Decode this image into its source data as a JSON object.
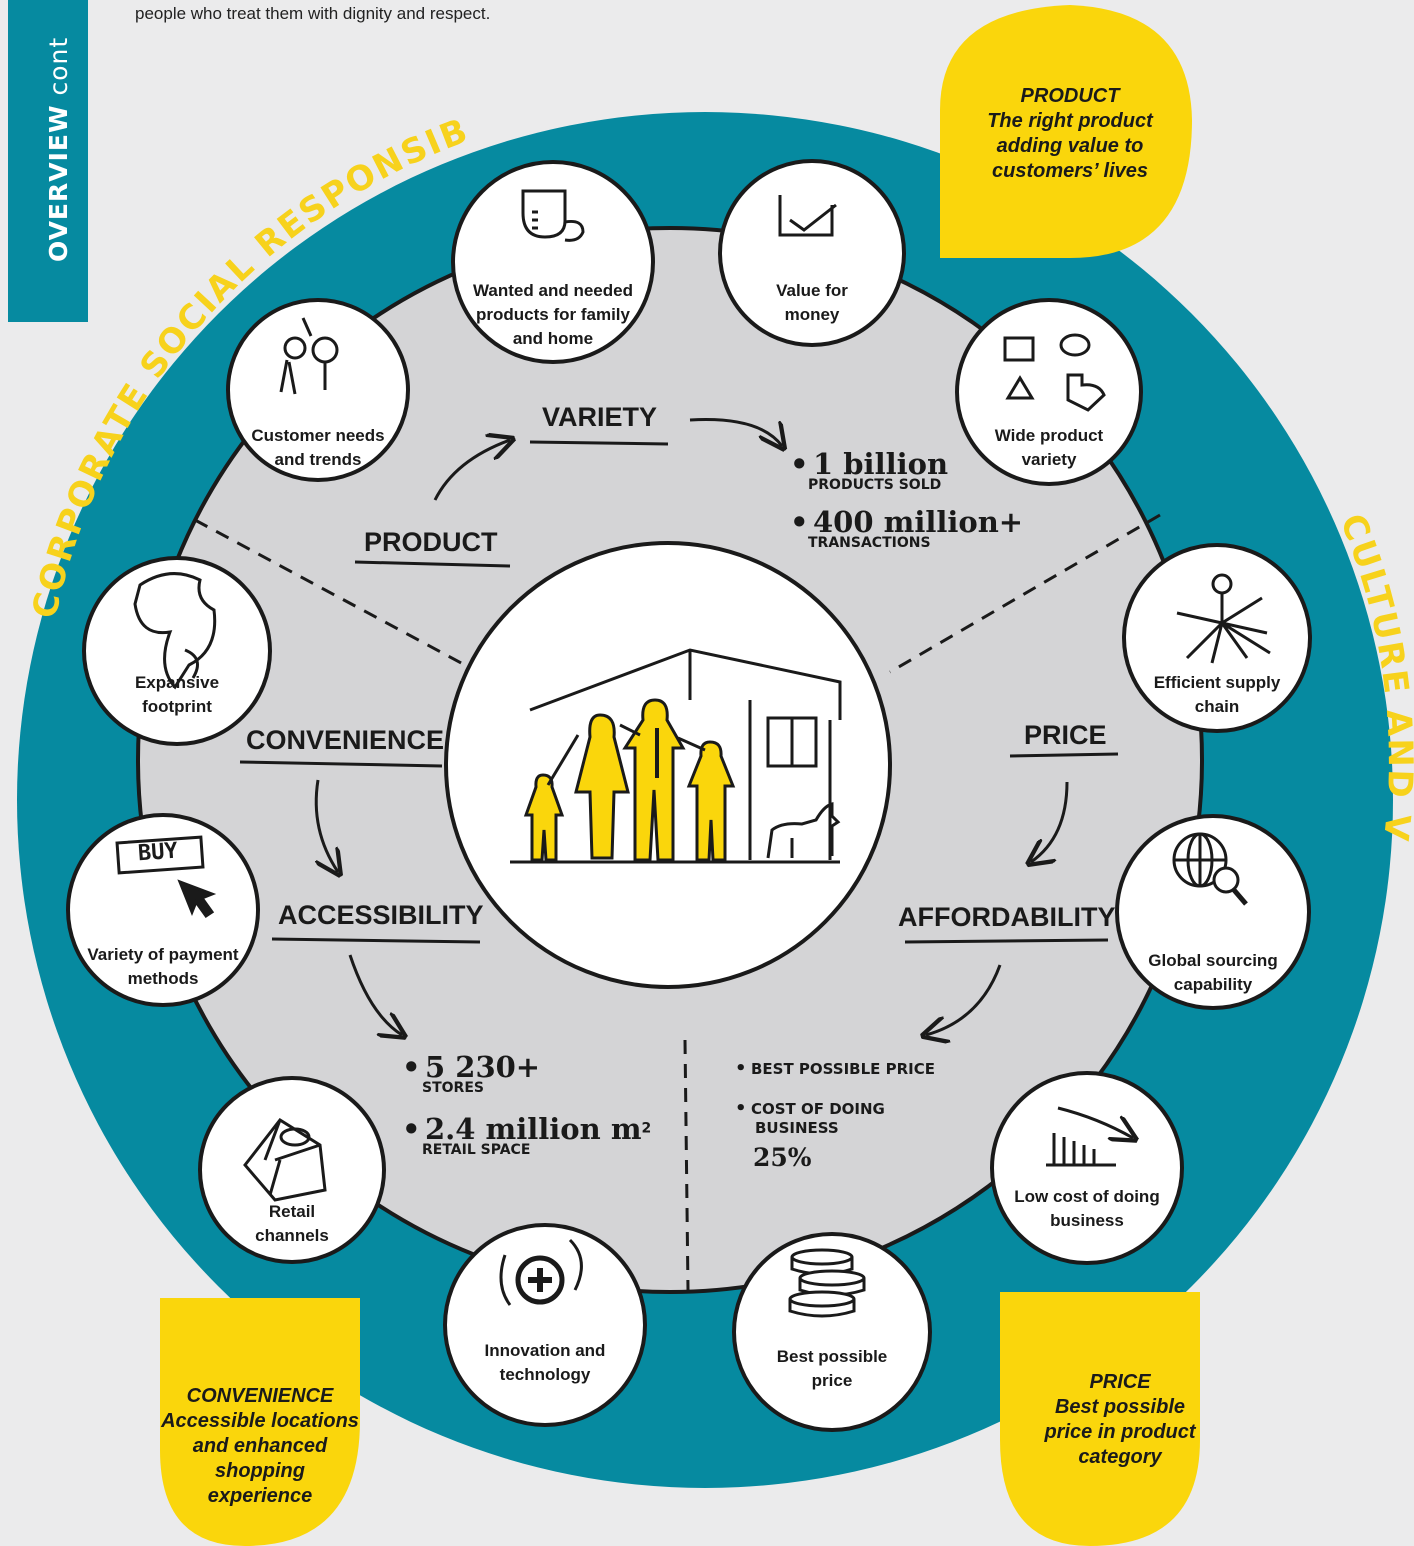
{
  "page": {
    "side_tab_bold": "OVERVIEW",
    "side_tab_light": "cont",
    "intro_text": "people who treat them with dignity and respect."
  },
  "ring": {
    "left_arc_label": "CORPORATE SOCIAL RESPONSIBILITY",
    "right_arc_label": "CULTURE AND VALUES"
  },
  "segments": {
    "variety": "VARIETY",
    "product": "PRODUCT",
    "convenience": "CONVENIENCE",
    "accessibility": "ACCESSIBILITY",
    "price": "PRICE",
    "affordability": "AFFORDABILITY"
  },
  "stats": {
    "products_sold_value": "1 billion",
    "products_sold_label": "PRODUCTS SOLD",
    "transactions_value": "400 million+",
    "transactions_label": "TRANSACTIONS",
    "stores_value": "5 230+",
    "stores_label": "STORES",
    "retail_space_value": "2.4 million m",
    "retail_space_sup": "2",
    "retail_space_label": "RETAIL SPACE",
    "best_price_label": "BEST POSSIBLE PRICE",
    "cost_line1": "COST OF DOING",
    "cost_line2": "BUSINESS",
    "cost_value": "25%"
  },
  "bubbles": {
    "wanted_needed": [
      "Wanted and needed",
      "products for family",
      "and home"
    ],
    "value_money": [
      "Value for",
      "money"
    ],
    "customer_needs": [
      "Customer needs",
      "and trends"
    ],
    "wide_variety": [
      "Wide product",
      "variety"
    ],
    "expansive": [
      "Expansive",
      "footprint"
    ],
    "supply_chain": [
      "Efficient supply",
      "chain"
    ],
    "payment": [
      "Variety of payment",
      "methods"
    ],
    "global_sourcing": [
      "Global sourcing",
      "capability"
    ],
    "retail_channels": [
      "Retail",
      "channels"
    ],
    "low_cost": [
      "Low cost of doing",
      "business"
    ],
    "innovation": [
      "Innovation and",
      "technology"
    ],
    "best_price": [
      "Best possible",
      "price"
    ]
  },
  "buy_sign": "BUY",
  "callouts": {
    "product": [
      "PRODUCT",
      "The right product",
      "adding value to",
      "customers’ lives"
    ],
    "convenience": [
      "CONVENIENCE",
      "Accessible locations",
      "and enhanced",
      "shopping",
      "experience"
    ],
    "price": [
      "PRICE",
      "Best possible",
      "price in product",
      "category"
    ]
  },
  "colors": {
    "ring": "#068aa0",
    "inner": "#d4d4d6",
    "yellow": "#fad60c",
    "background": "#ebebec"
  }
}
